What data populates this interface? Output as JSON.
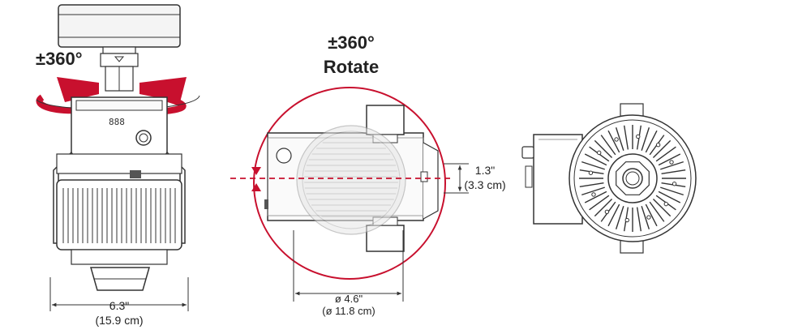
{
  "colors": {
    "accent_red": "#c8102e",
    "line": "#333333",
    "light_line": "#9a9a9a",
    "fill_gray": "#eeeeee"
  },
  "left_view": {
    "rotation_label": "±360°",
    "display_digits": "888",
    "width_in": "6.3\"",
    "width_cm": "(15.9 cm)"
  },
  "center_view": {
    "rotation_label_line1": "±360°",
    "rotation_label_line2": "Rotate",
    "offset_in": "1.3\"",
    "offset_cm": "(3.3 cm)",
    "diameter_in": "ø 4.6\"",
    "diameter_cm": "(ø 11.8 cm)"
  }
}
